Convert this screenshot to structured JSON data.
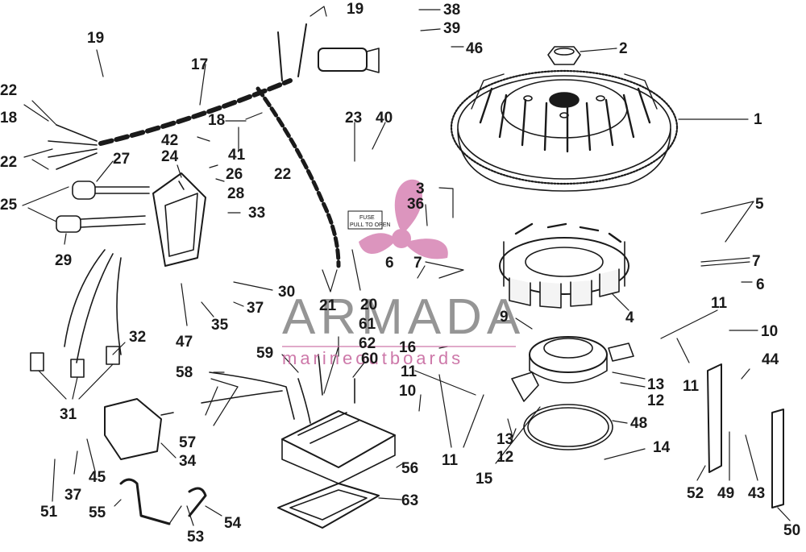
{
  "watermark": {
    "brand": "ARMADA",
    "tagline": "marineoutboards",
    "logo_color": "#d98ab8",
    "text_color": "#8a8a8a"
  },
  "fuse_label": {
    "line1": "FUSE",
    "line2": "PULL TO OPEN"
  },
  "callouts": [
    {
      "id": "c1",
      "label": "1"
    },
    {
      "id": "c2",
      "label": "2"
    },
    {
      "id": "c3",
      "label": "3"
    },
    {
      "id": "c4",
      "label": "4"
    },
    {
      "id": "c5",
      "label": "5"
    },
    {
      "id": "c6a",
      "label": "6"
    },
    {
      "id": "c6b",
      "label": "6"
    },
    {
      "id": "c7a",
      "label": "7"
    },
    {
      "id": "c7b",
      "label": "7"
    },
    {
      "id": "c9",
      "label": "9"
    },
    {
      "id": "c10a",
      "label": "10"
    },
    {
      "id": "c10b",
      "label": "10"
    },
    {
      "id": "c11a",
      "label": "11"
    },
    {
      "id": "c11b",
      "label": "11"
    },
    {
      "id": "c11c",
      "label": "11"
    },
    {
      "id": "c11d",
      "label": "11"
    },
    {
      "id": "c12a",
      "label": "12"
    },
    {
      "id": "c12b",
      "label": "12"
    },
    {
      "id": "c13a",
      "label": "13"
    },
    {
      "id": "c13b",
      "label": "13"
    },
    {
      "id": "c14",
      "label": "14"
    },
    {
      "id": "c15",
      "label": "15"
    },
    {
      "id": "c16",
      "label": "16"
    },
    {
      "id": "c17",
      "label": "17"
    },
    {
      "id": "c18a",
      "label": "18"
    },
    {
      "id": "c18b",
      "label": "18"
    },
    {
      "id": "c19a",
      "label": "19"
    },
    {
      "id": "c19b",
      "label": "19"
    },
    {
      "id": "c20",
      "label": "20"
    },
    {
      "id": "c21",
      "label": "21"
    },
    {
      "id": "c22a",
      "label": "22"
    },
    {
      "id": "c22b",
      "label": "22"
    },
    {
      "id": "c22c",
      "label": "22"
    },
    {
      "id": "c23",
      "label": "23"
    },
    {
      "id": "c24",
      "label": "24"
    },
    {
      "id": "c25",
      "label": "25"
    },
    {
      "id": "c26",
      "label": "26"
    },
    {
      "id": "c27",
      "label": "27"
    },
    {
      "id": "c28",
      "label": "28"
    },
    {
      "id": "c29",
      "label": "29"
    },
    {
      "id": "c30",
      "label": "30"
    },
    {
      "id": "c31",
      "label": "31"
    },
    {
      "id": "c32",
      "label": "32"
    },
    {
      "id": "c33",
      "label": "33"
    },
    {
      "id": "c34",
      "label": "34"
    },
    {
      "id": "c35",
      "label": "35"
    },
    {
      "id": "c36",
      "label": "36"
    },
    {
      "id": "c37a",
      "label": "37"
    },
    {
      "id": "c37b",
      "label": "37"
    },
    {
      "id": "c38",
      "label": "38"
    },
    {
      "id": "c39",
      "label": "39"
    },
    {
      "id": "c40",
      "label": "40"
    },
    {
      "id": "c41",
      "label": "41"
    },
    {
      "id": "c42",
      "label": "42"
    },
    {
      "id": "c43",
      "label": "43"
    },
    {
      "id": "c44",
      "label": "44"
    },
    {
      "id": "c45",
      "label": "45"
    },
    {
      "id": "c46",
      "label": "46"
    },
    {
      "id": "c47",
      "label": "47"
    },
    {
      "id": "c48",
      "label": "48"
    },
    {
      "id": "c49",
      "label": "49"
    },
    {
      "id": "c50",
      "label": "50"
    },
    {
      "id": "c51",
      "label": "51"
    },
    {
      "id": "c52",
      "label": "52"
    },
    {
      "id": "c53",
      "label": "53"
    },
    {
      "id": "c54",
      "label": "54"
    },
    {
      "id": "c55",
      "label": "55"
    },
    {
      "id": "c56",
      "label": "56"
    },
    {
      "id": "c57",
      "label": "57"
    },
    {
      "id": "c58",
      "label": "58"
    },
    {
      "id": "c59",
      "label": "59"
    },
    {
      "id": "c60",
      "label": "60"
    },
    {
      "id": "c61",
      "label": "61"
    },
    {
      "id": "c62",
      "label": "62"
    },
    {
      "id": "c63",
      "label": "63"
    }
  ]
}
